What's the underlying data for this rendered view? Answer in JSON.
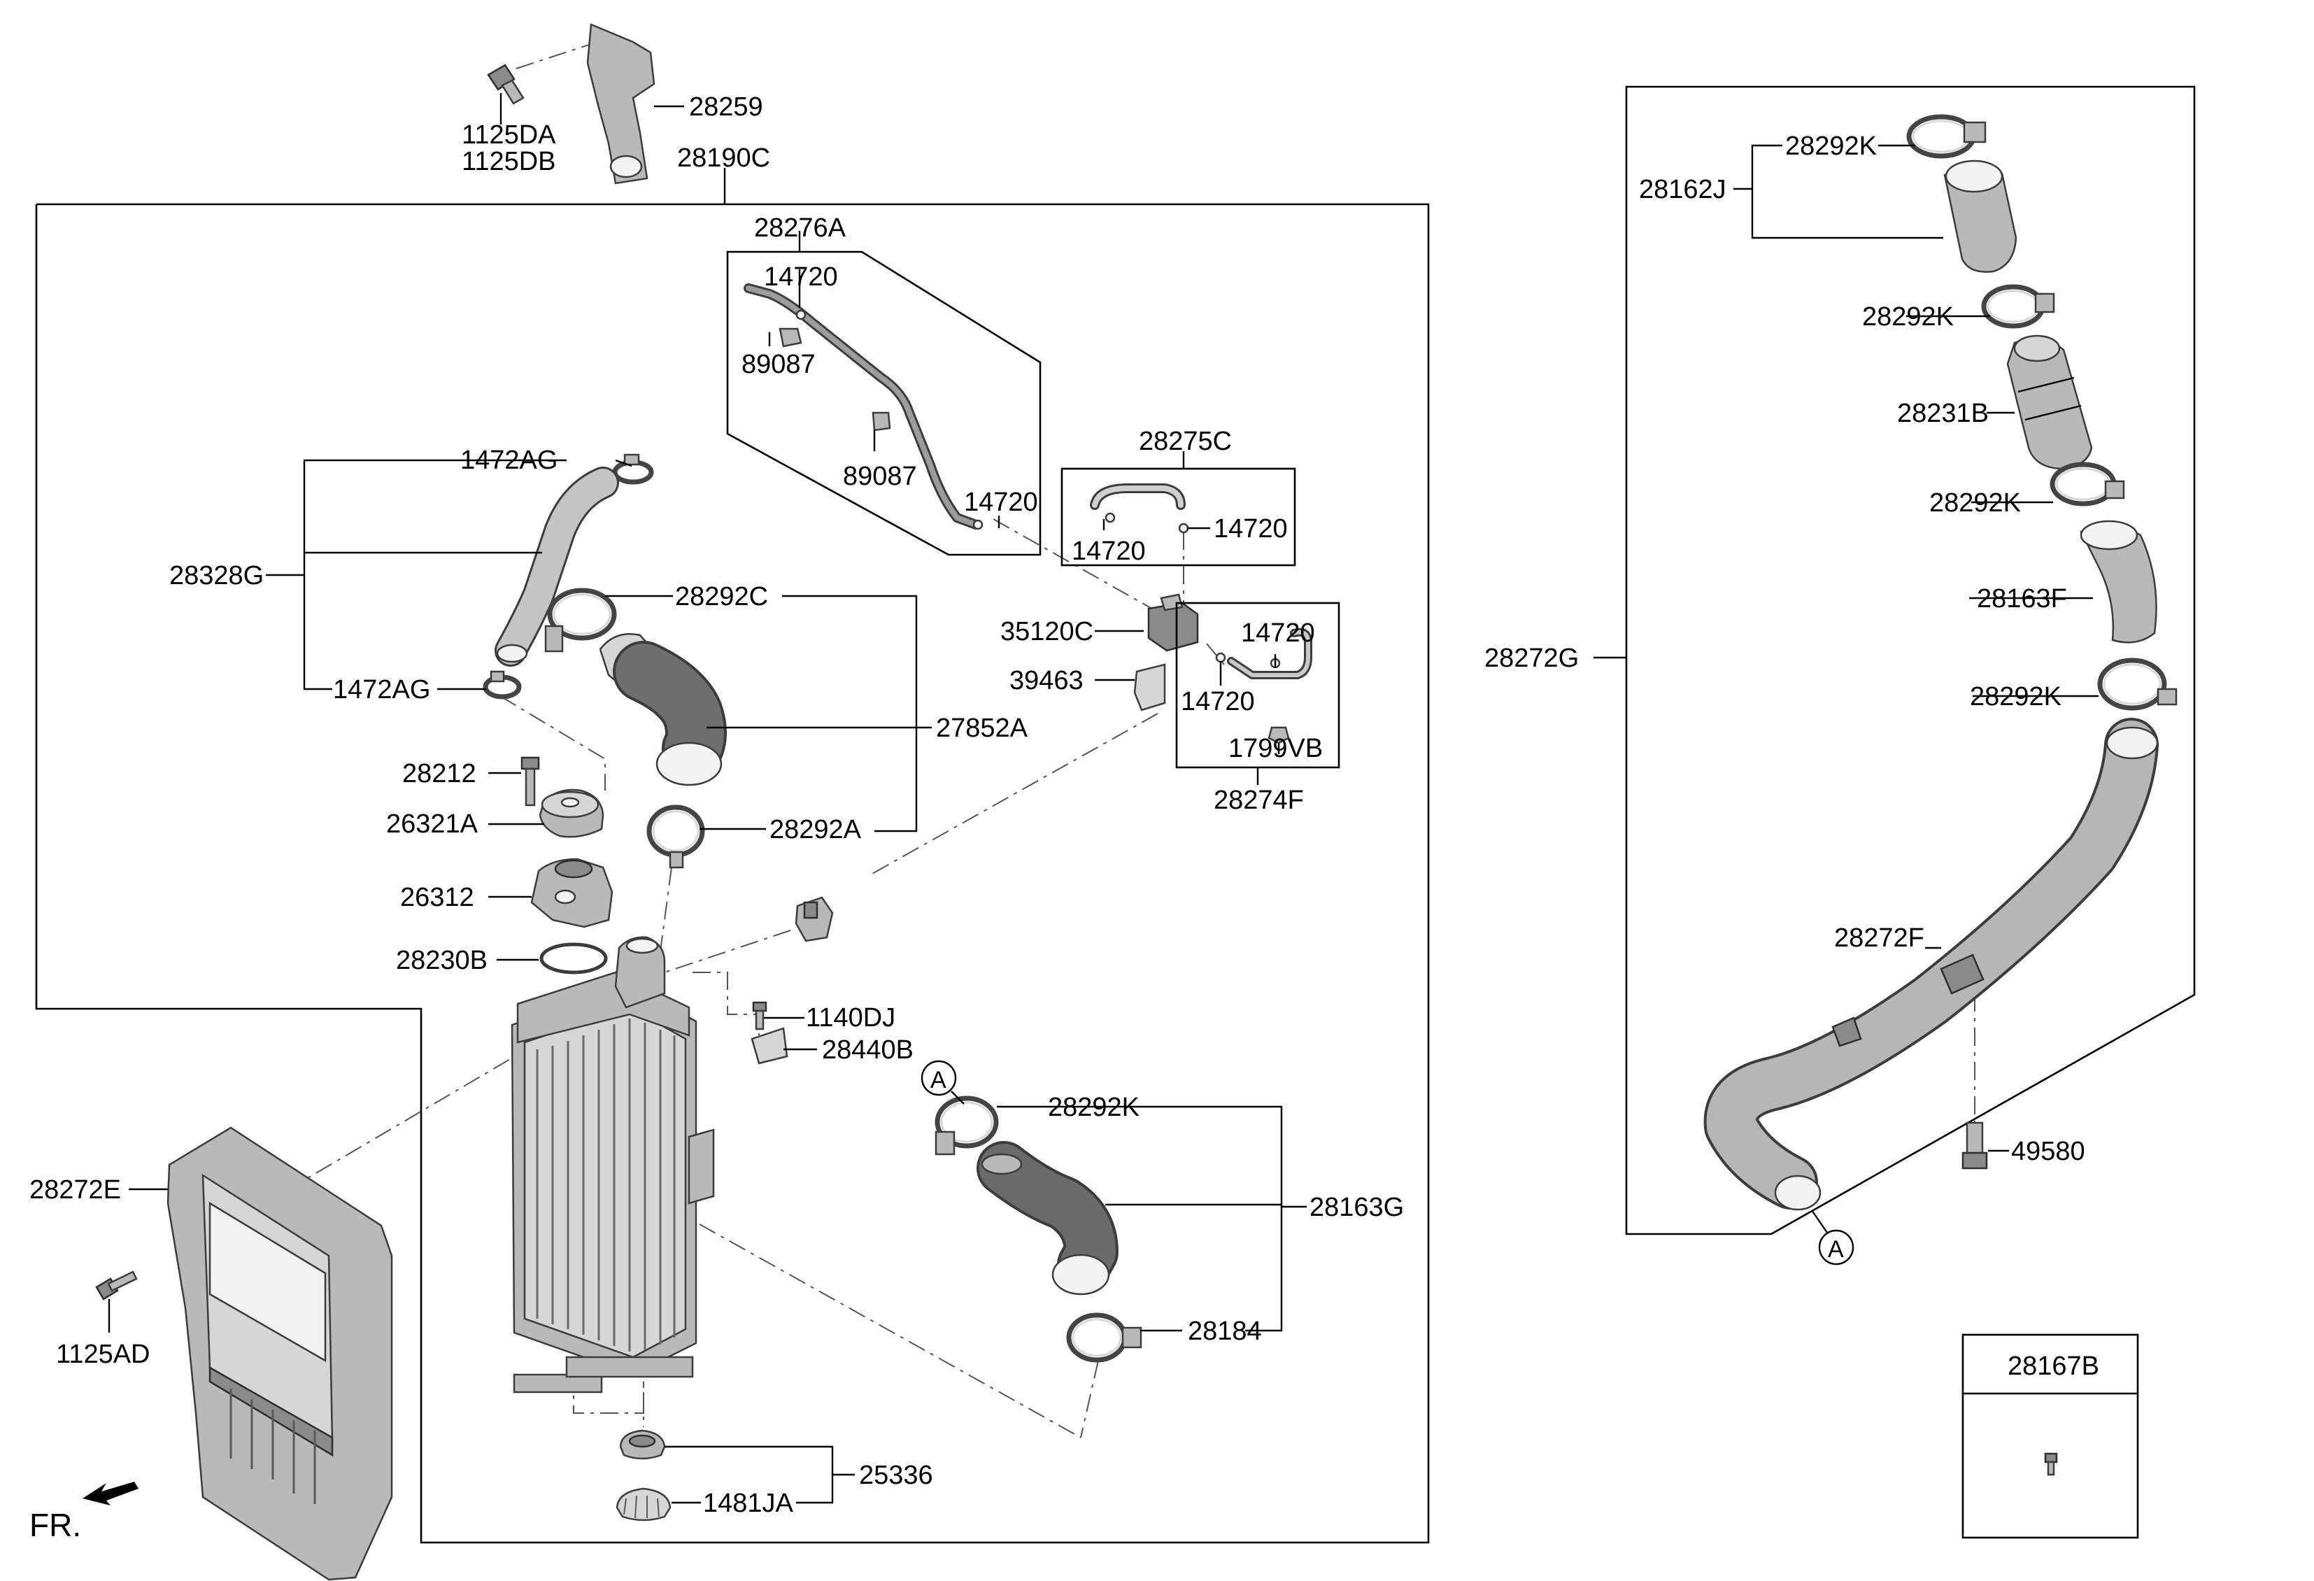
{
  "labels": {
    "p28259": "28259",
    "p1125DA": "1125DA",
    "p1125DB": "1125DB",
    "p28190C": "28190C",
    "p28276A": "28276A",
    "p14720_a": "14720",
    "p89087_a": "89087",
    "p89087_b": "89087",
    "p14720_b": "14720",
    "p28275C": "28275C",
    "p14720_c": "14720",
    "p14720_d": "14720",
    "p1472AG_top": "1472AG",
    "p28328G": "28328G",
    "p1472AG_bot": "1472AG",
    "p28292C": "28292C",
    "p35120C": "35120C",
    "p14720_e": "14720",
    "p39463": "39463",
    "p14720_f": "14720",
    "p1799VB": "1799VB",
    "p28274F": "28274F",
    "p27852A": "27852A",
    "p28212": "28212",
    "p26321A": "26321A",
    "p28292A": "28292A",
    "p26312": "26312",
    "p28230B": "28230B",
    "p1140DJ": "1140DJ",
    "p28440B": "28440B",
    "p28292K_mid": "28292K",
    "p28163G": "28163G",
    "p28272E": "28272E",
    "p1125AD": "1125AD",
    "p28184": "28184",
    "p25336": "25336",
    "p1481JA": "1481JA",
    "fr": "FR.",
    "p28292K_1": "28292K",
    "p28162J": "28162J",
    "p28292K_2": "28292K",
    "p28231B": "28231B",
    "p28292K_3": "28292K",
    "p28272G": "28272G",
    "p28163F": "28163F",
    "p28292K_4": "28292K",
    "p28272F": "28272F",
    "p49580": "49580",
    "p28167B": "28167B",
    "ref_a1": "A",
    "ref_a2": "A"
  },
  "colors": {
    "line": "#000000",
    "part_fill": "#b9b9b9",
    "part_outline": "#3c3c3c",
    "background": "#ffffff"
  }
}
